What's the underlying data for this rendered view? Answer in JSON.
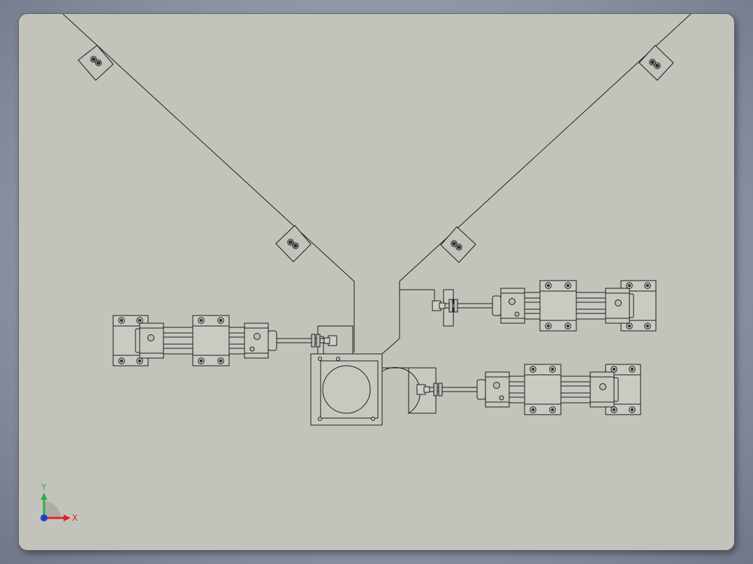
{
  "viewport": {
    "background": "#c4c3bb",
    "line_color": "#1a1a1a",
    "part_fill": "#c9c8c0"
  },
  "triad": {
    "x_label": "X",
    "y_label": "Y",
    "x_color": "#e0202a",
    "y_color": "#24b24a",
    "z_color": "#1d3fd6"
  },
  "model": {
    "cylinders": [
      "cylinder-left",
      "cylinder-upper-right",
      "cylinder-lower-right"
    ],
    "frame": "y-frame",
    "mount": "center-mount-plate"
  }
}
